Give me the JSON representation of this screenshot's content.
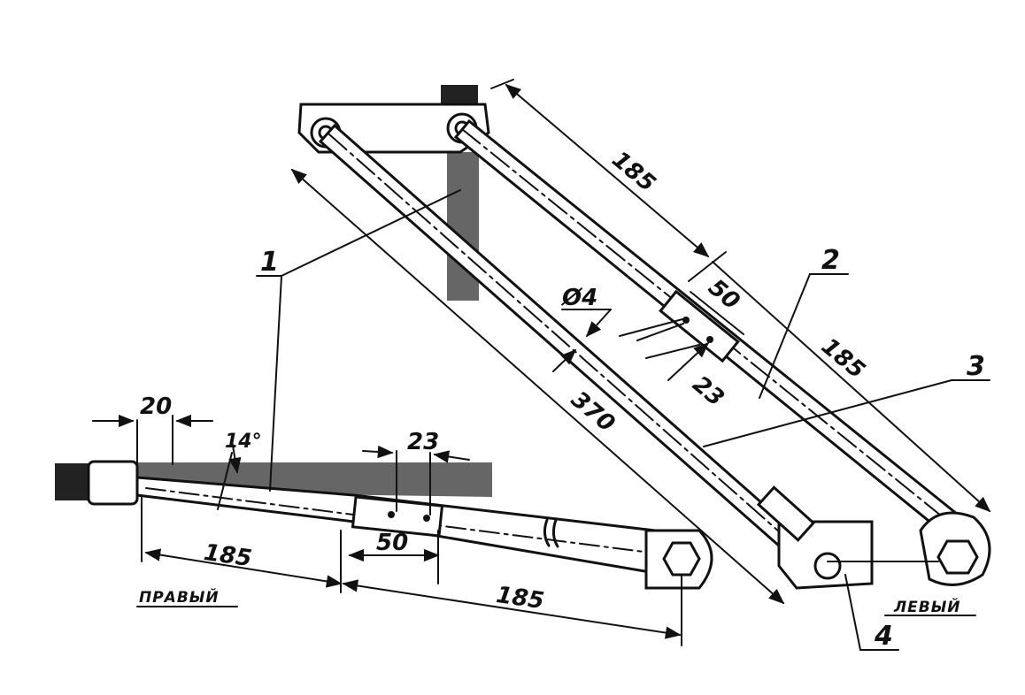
{
  "callouts": {
    "part1": "1",
    "part2": "2",
    "part3": "3",
    "part4": "4"
  },
  "left_view": {
    "title": "ПРАВЫЙ",
    "dim_20": "20",
    "dim_angle": "14°",
    "dim_23": "23",
    "dim_50": "50",
    "dim_185_a": "185",
    "dim_185_b": "185"
  },
  "right_view": {
    "title": "ЛЕВЫЙ",
    "dim_185_top": "185",
    "dim_185_lower": "185",
    "dim_50": "50",
    "dim_23": "23",
    "dim_dia": "Ø4",
    "dim_370": "370"
  },
  "colors": {
    "ink": "#111111",
    "shade": "#555555",
    "paper": "#ffffff"
  }
}
